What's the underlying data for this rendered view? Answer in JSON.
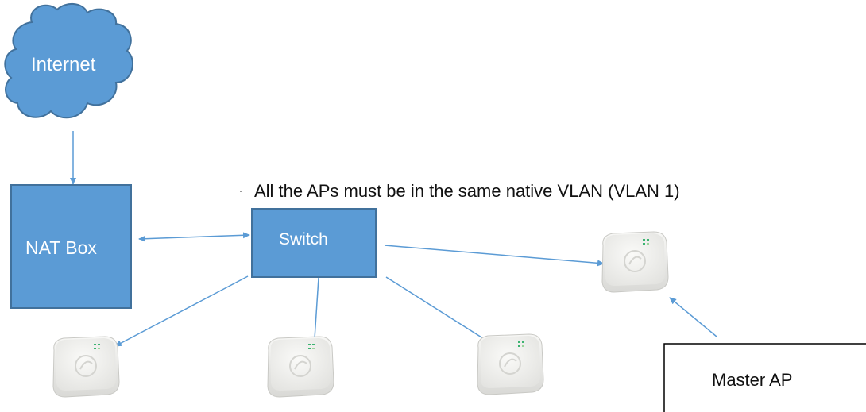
{
  "nodes": {
    "internet": "Internet",
    "nat_box": "NAT Box",
    "switch": "Switch",
    "master_ap": "Master AP"
  },
  "note": "All the APs must be in the same native VLAN (VLAN 1)",
  "colors": {
    "node_fill": "#5b9bd5",
    "node_stroke": "#41719c",
    "arrow": "#5b9bd5",
    "ap_body": "#ececea",
    "ap_led": "#3cb371"
  }
}
